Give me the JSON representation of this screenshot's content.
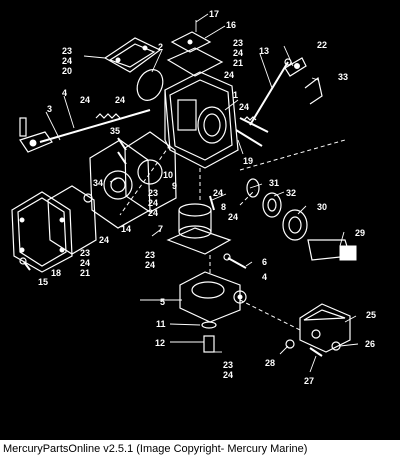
{
  "caption": "MercuryPartsOnline v2.5.1 (Image Copyright- Mercury Marine)",
  "callouts": [
    {
      "id": "c17",
      "text": "17"
    },
    {
      "id": "c16",
      "text": "16"
    },
    {
      "id": "c23a",
      "text": "23"
    },
    {
      "id": "c24a",
      "text": "24"
    },
    {
      "id": "c20",
      "text": "20"
    },
    {
      "id": "c2",
      "text": "2"
    },
    {
      "id": "c23b",
      "text": "23"
    },
    {
      "id": "c24b",
      "text": "24"
    },
    {
      "id": "c21a",
      "text": "21"
    },
    {
      "id": "c13",
      "text": "13"
    },
    {
      "id": "c22",
      "text": "22"
    },
    {
      "id": "c24c",
      "text": "24"
    },
    {
      "id": "c33",
      "text": "33"
    },
    {
      "id": "c4",
      "text": "4"
    },
    {
      "id": "c24d",
      "text": "24"
    },
    {
      "id": "c24e",
      "text": "24"
    },
    {
      "id": "c1",
      "text": "1"
    },
    {
      "id": "c3",
      "text": "3"
    },
    {
      "id": "c24f",
      "text": "24"
    },
    {
      "id": "c35",
      "text": "35"
    },
    {
      "id": "c19",
      "text": "19"
    },
    {
      "id": "c34",
      "text": "34"
    },
    {
      "id": "c10",
      "text": "10"
    },
    {
      "id": "c9",
      "text": "9"
    },
    {
      "id": "c24g",
      "text": "24"
    },
    {
      "id": "c24h",
      "text": "24"
    },
    {
      "id": "c31",
      "text": "31"
    },
    {
      "id": "c32",
      "text": "32"
    },
    {
      "id": "c8",
      "text": "8"
    },
    {
      "id": "c24i",
      "text": "24"
    },
    {
      "id": "c23c",
      "text": "23"
    },
    {
      "id": "c24j",
      "text": "24"
    },
    {
      "id": "c30",
      "text": "30"
    },
    {
      "id": "c14",
      "text": "14"
    },
    {
      "id": "c7",
      "text": "7"
    },
    {
      "id": "c24k",
      "text": "24"
    },
    {
      "id": "c29",
      "text": "29"
    },
    {
      "id": "c23d",
      "text": "23"
    },
    {
      "id": "c24l",
      "text": "24"
    },
    {
      "id": "c21b",
      "text": "21"
    },
    {
      "id": "c23e",
      "text": "23"
    },
    {
      "id": "c24m",
      "text": "24"
    },
    {
      "id": "c6",
      "text": "6"
    },
    {
      "id": "c4b",
      "text": "4"
    },
    {
      "id": "c18",
      "text": "18"
    },
    {
      "id": "c15",
      "text": "15"
    },
    {
      "id": "c5",
      "text": "5"
    },
    {
      "id": "c25",
      "text": "25"
    },
    {
      "id": "c11",
      "text": "11"
    },
    {
      "id": "c12",
      "text": "12"
    },
    {
      "id": "c26",
      "text": "26"
    },
    {
      "id": "c23f",
      "text": "23"
    },
    {
      "id": "c24n",
      "text": "24"
    },
    {
      "id": "c28",
      "text": "28"
    },
    {
      "id": "c27",
      "text": "27"
    }
  ]
}
